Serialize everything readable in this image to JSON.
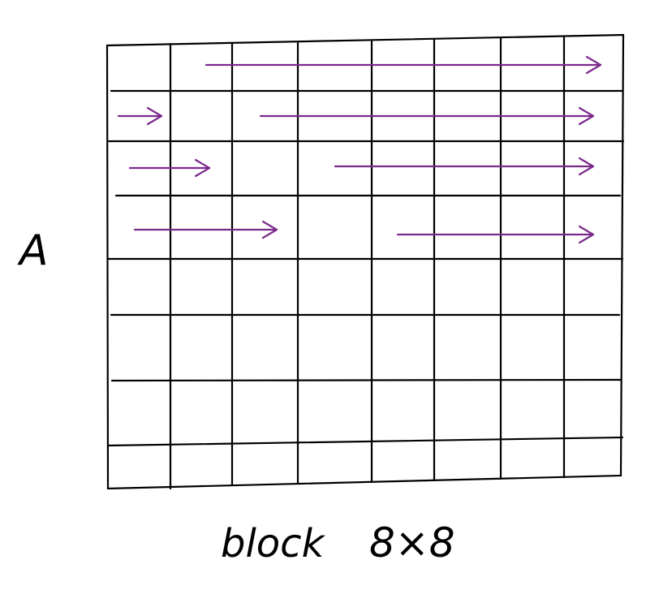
{
  "diagram": {
    "matrix_label": "A",
    "caption_word": "block",
    "caption_size": "8×8",
    "grid": {
      "rows": 8,
      "cols": 8
    },
    "arrow_color": "#7b2a8c",
    "line_color": "#000000",
    "arrows": [
      {
        "name": "arrow-row-1-right",
        "row": 1
      },
      {
        "name": "arrow-row-2-left",
        "row": 2
      },
      {
        "name": "arrow-row-2-right",
        "row": 2
      },
      {
        "name": "arrow-row-3-left",
        "row": 3
      },
      {
        "name": "arrow-row-3-right",
        "row": 3
      },
      {
        "name": "arrow-row-4-left",
        "row": 4
      },
      {
        "name": "arrow-row-4-right",
        "row": 4
      }
    ]
  }
}
